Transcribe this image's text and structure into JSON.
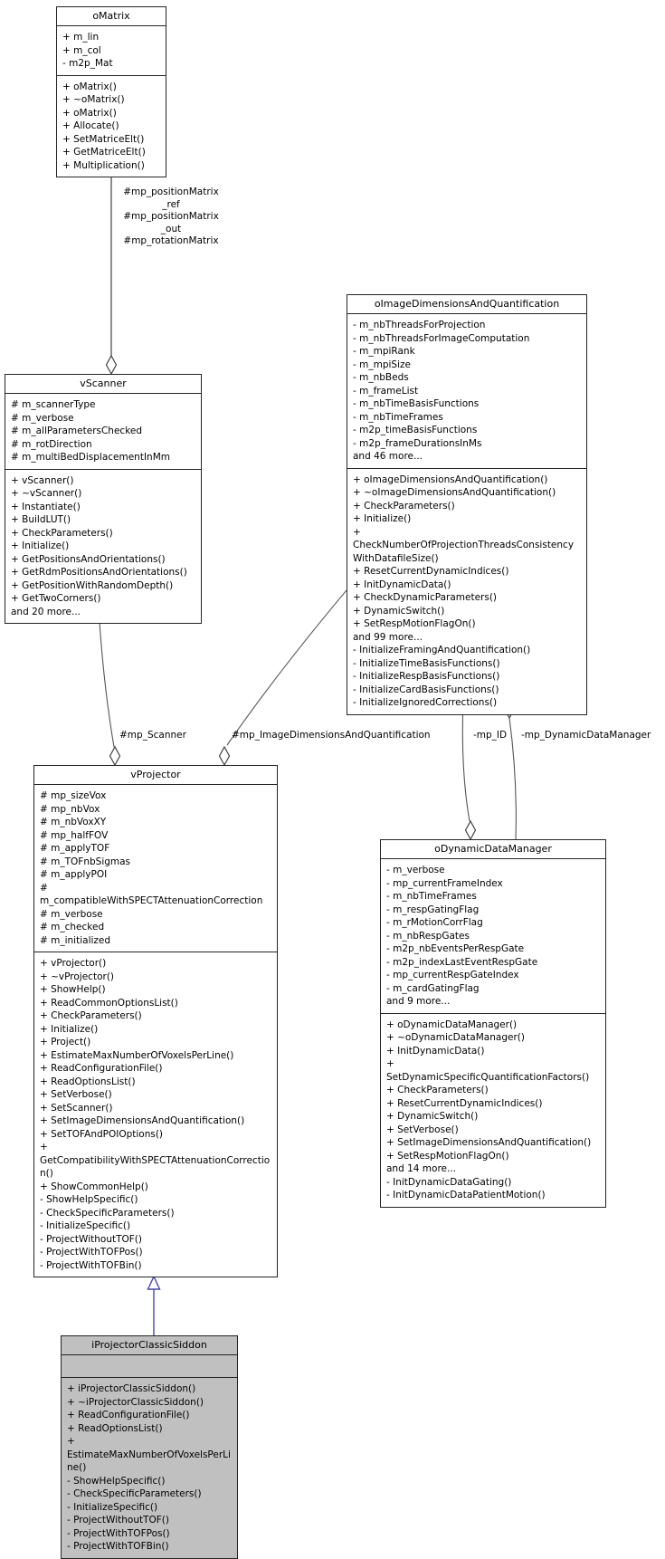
{
  "classes": {
    "oMatrix": {
      "title": "oMatrix",
      "attributes": [
        "+ m_lin",
        "+ m_col",
        "- m2p_Mat"
      ],
      "methods": [
        "+ oMatrix()",
        "+ ~oMatrix()",
        "+ oMatrix()",
        "+ Allocate()",
        "+ SetMatriceElt()",
        "+ GetMatriceElt()",
        "+ Multiplication()"
      ]
    },
    "vScanner": {
      "title": "vScanner",
      "attributes": [
        "# m_scannerType",
        "# m_verbose",
        "# m_allParametersChecked",
        "# m_rotDirection",
        "# m_multiBedDisplacementInMm"
      ],
      "methods": [
        "+ vScanner()",
        "+ ~vScanner()",
        "+ Instantiate()",
        "+ BuildLUT()",
        "+ CheckParameters()",
        "+ Initialize()",
        "+ GetPositionsAndOrientations()",
        "+ GetRdmPositionsAndOrientations()",
        "+ GetPositionWithRandomDepth()",
        "+ GetTwoCorners()",
        "and 20 more..."
      ]
    },
    "oImageDimensionsAndQuantification": {
      "title": "oImageDimensionsAndQuantification",
      "attributes": [
        "- m_nbThreadsForProjection",
        "- m_nbThreadsForImageComputation",
        "- m_mpiRank",
        "- m_mpiSize",
        "- m_nbBeds",
        "- m_frameList",
        "- m_nbTimeBasisFunctions",
        "- m_nbTimeFrames",
        "- m2p_timeBasisFunctions",
        "- m2p_frameDurationsInMs",
        "and 46 more..."
      ],
      "methods": [
        "+ oImageDimensionsAndQuantification()",
        "+ ~oImageDimensionsAndQuantification()",
        "+ CheckParameters()",
        "+ Initialize()",
        "+ CheckNumberOfProjectionThreadsConsistencyWithDatafileSize()",
        "+ ResetCurrentDynamicIndices()",
        "+ InitDynamicData()",
        "+ CheckDynamicParameters()",
        "+ DynamicSwitch()",
        "+ SetRespMotionFlagOn()",
        "and 99 more...",
        "- InitializeFramingAndQuantification()",
        "- InitializeTimeBasisFunctions()",
        "- InitializeRespBasisFunctions()",
        "- InitializeCardBasisFunctions()",
        "- InitializeIgnoredCorrections()"
      ]
    },
    "vProjector": {
      "title": "vProjector",
      "attributes": [
        "# mp_sizeVox",
        "# mp_nbVox",
        "# m_nbVoxXY",
        "# mp_halfFOV",
        "# m_applyTOF",
        "# m_TOFnbSigmas",
        "# m_applyPOI",
        "# m_compatibleWithSPECTAttenuationCorrection",
        "# m_verbose",
        "# m_checked",
        "# m_initialized"
      ],
      "methods": [
        "+ vProjector()",
        "+ ~vProjector()",
        "+ ShowHelp()",
        "+ ReadCommonOptionsList()",
        "+ CheckParameters()",
        "+ Initialize()",
        "+ Project()",
        "+ EstimateMaxNumberOfVoxelsPerLine()",
        "+ ReadConfigurationFile()",
        "+ ReadOptionsList()",
        "+ SetVerbose()",
        "+ SetScanner()",
        "+ SetImageDimensionsAndQuantification()",
        "+ SetTOFAndPOIOptions()",
        "+ GetCompatibilityWithSPECTAttenuationCorrection()",
        "+ ShowCommonHelp()",
        "- ShowHelpSpecific()",
        "- CheckSpecificParameters()",
        "- InitializeSpecific()",
        "- ProjectWithoutTOF()",
        "- ProjectWithTOFPos()",
        "- ProjectWithTOFBin()"
      ]
    },
    "oDynamicDataManager": {
      "title": "oDynamicDataManager",
      "attributes": [
        "- m_verbose",
        "- mp_currentFrameIndex",
        "- m_nbTimeFrames",
        "- m_respGatingFlag",
        "- m_rMotionCorrFlag",
        "- m_nbRespGates",
        "- m2p_nbEventsPerRespGate",
        "- m2p_indexLastEventRespGate",
        "- mp_currentRespGateIndex",
        "- m_cardGatingFlag",
        "and 9 more..."
      ],
      "methods": [
        "+ oDynamicDataManager()",
        "+ ~oDynamicDataManager()",
        "+ InitDynamicData()",
        "+ SetDynamicSpecificQuantificationFactors()",
        "+ CheckParameters()",
        "+ ResetCurrentDynamicIndices()",
        "+ DynamicSwitch()",
        "+ SetVerbose()",
        "+ SetImageDimensionsAndQuantification()",
        "+ SetRespMotionFlagOn()",
        "and 14 more...",
        "- InitDynamicDataGating()",
        "- InitDynamicDataPatientMotion()"
      ]
    },
    "iProjectorClassicSiddon": {
      "title": "iProjectorClassicSiddon",
      "attributes": [],
      "methods": [
        "+ iProjectorClassicSiddon()",
        "+ ~iProjectorClassicSiddon()",
        "+ ReadConfigurationFile()",
        "+ ReadOptionsList()",
        "+ EstimateMaxNumberOfVoxelsPerLine()",
        "- ShowHelpSpecific()",
        "- CheckSpecificParameters()",
        "- InitializeSpecific()",
        "- ProjectWithoutTOF()",
        "- ProjectWithTOFPos()",
        "- ProjectWithTOFBin()"
      ]
    }
  },
  "edges": {
    "matrix_member_labels": [
      "#mp_positionMatrix",
      "_ref",
      "#mp_positionMatrix",
      "_out",
      "#mp_rotationMatrix"
    ],
    "scanner_label": "#mp_Scanner",
    "image_dimensions_label": "#mp_ImageDimensionsAndQuantification",
    "mp_id_label": "-mp_ID",
    "dynamic_data_manager_label": "-mp_DynamicDataManager"
  },
  "colors": {
    "node_fill": "#ffffff",
    "selected_node_fill": "#c0c0c0",
    "node_border": "#242424",
    "aggregation_edge": "#606060",
    "inheritance_edge": "#4646a5"
  }
}
